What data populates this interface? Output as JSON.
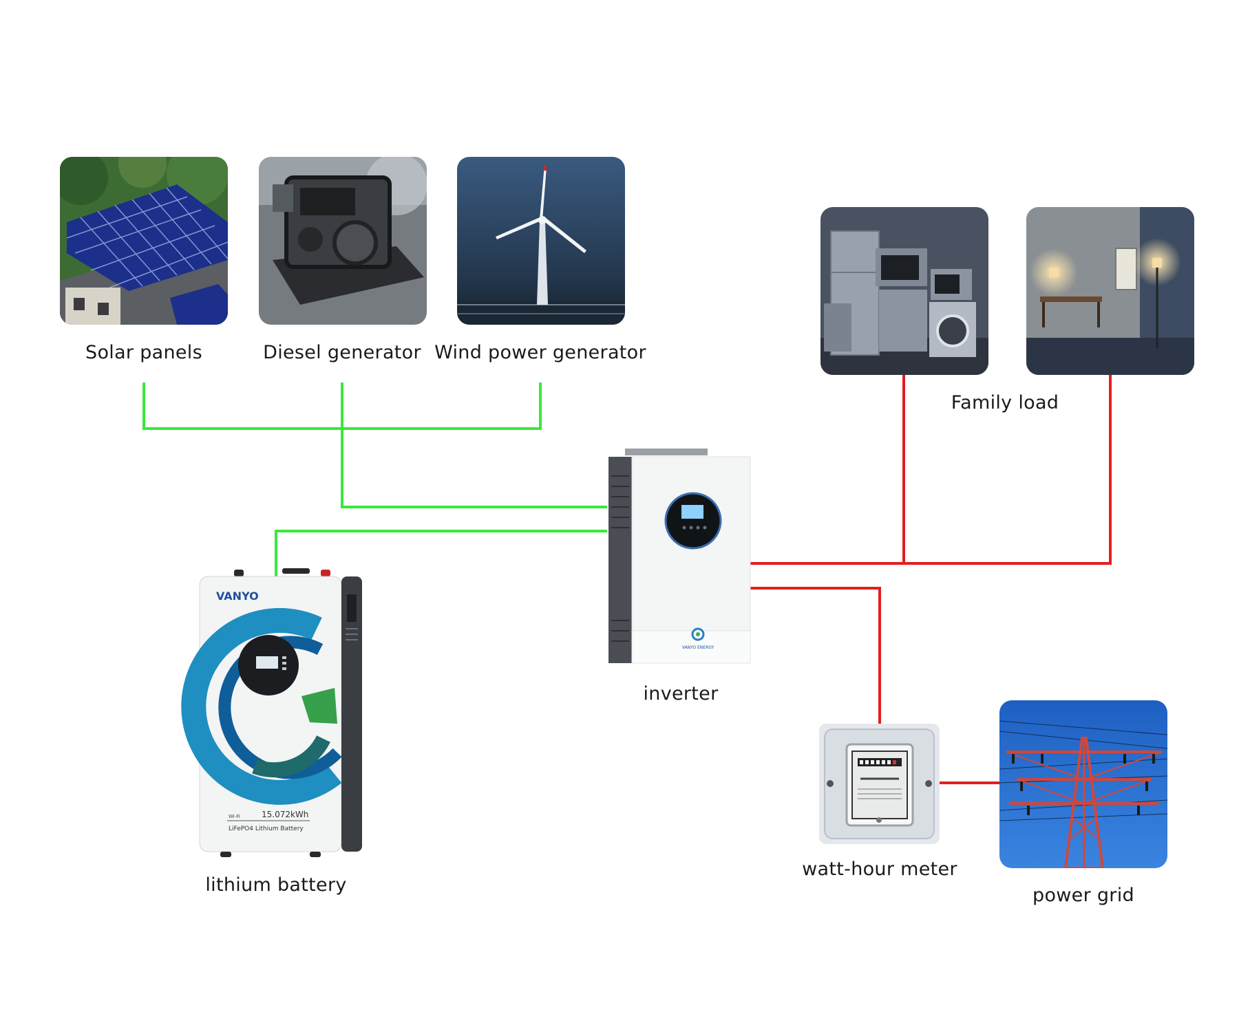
{
  "colors": {
    "renewable_wire": "#3ae83a",
    "grid_wire": "#e41e1e",
    "brand_blue": "#1f4fa3"
  },
  "nodes": {
    "solar": {
      "label": "Solar panels",
      "icon": "solar-panel-roof-photo"
    },
    "diesel": {
      "label": "Diesel generator",
      "icon": "diesel-generator-photo"
    },
    "wind": {
      "label": "Wind power generator",
      "icon": "wind-turbine-photo"
    },
    "family": {
      "label": "Family load",
      "icon": "home-appliances-photo"
    },
    "inverter": {
      "label": "inverter",
      "icon": "inverter-device",
      "brand": "VANYO ENERGY"
    },
    "battery": {
      "label": "lithium battery",
      "icon": "battery-device",
      "brand": "VANYO",
      "capacity": "15.072kWh",
      "type": "LiFePO4 Lithium Battery",
      "connectivity": "Wi-Fi"
    },
    "meter": {
      "label": "watt-hour meter",
      "icon": "watt-hour-meter-photo"
    },
    "grid": {
      "label": "power grid",
      "icon": "power-grid-tower-photo"
    }
  }
}
